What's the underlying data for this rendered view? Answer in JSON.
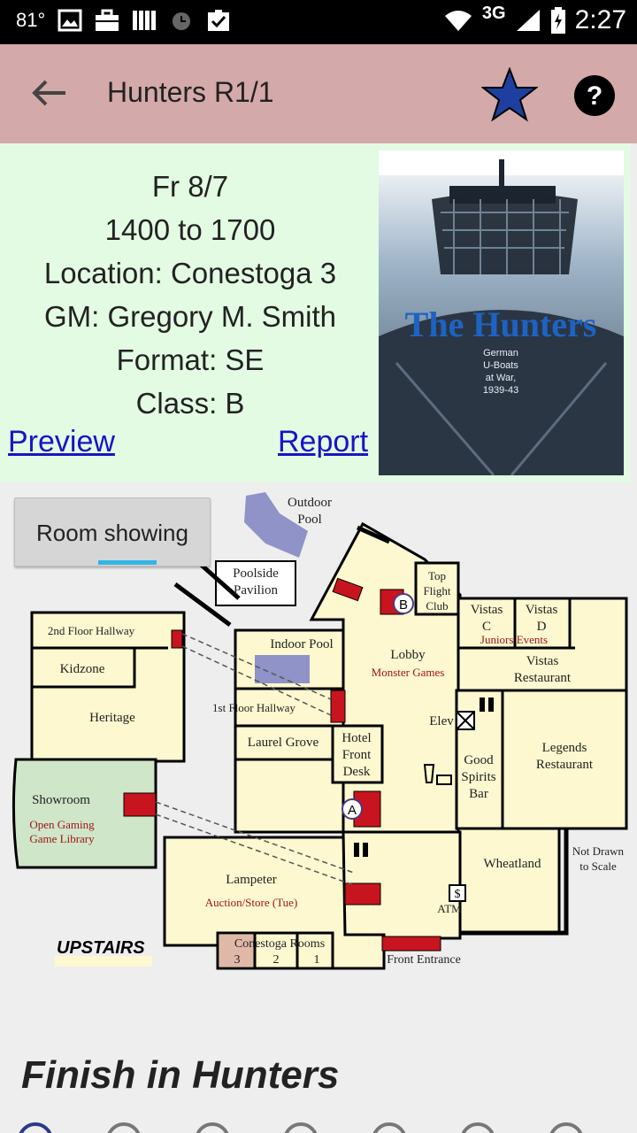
{
  "status_bar": {
    "temperature": "81°",
    "network": "3G",
    "time": "2:27"
  },
  "app_bar": {
    "title": "Hunters R1/1"
  },
  "event": {
    "day": "Fr 8/7",
    "time": "1400 to 1700",
    "location": "Location: Conestoga 3",
    "gm": "GM: Gregory M. Smith",
    "format": "Format: SE",
    "class": "Class: B",
    "preview_link": "Preview",
    "report_link": "Report"
  },
  "cover": {
    "title": "The Hunters",
    "subtitle_lines": [
      "German",
      "U-Boats",
      "at War,",
      "1939-43"
    ]
  },
  "room_button": {
    "label": "Room showing"
  },
  "map": {
    "labels": {
      "outdoor_pool": [
        "Outdoor",
        "Pool"
      ],
      "poolside_pavilion": [
        "Poolside",
        "Pavilion"
      ],
      "top_flight_club": [
        "Top",
        "Flight",
        "Club"
      ],
      "vistas_c": [
        "Vistas",
        "C"
      ],
      "vistas_d": [
        "Vistas",
        "D"
      ],
      "juniors_events": "Juniors Events",
      "second_floor_hallway": "2nd Floor Hallway",
      "indoor_pool": "Indoor Pool",
      "lobby": "Lobby",
      "monster_games": "Monster Games",
      "vistas_restaurant": [
        "Vistas",
        "Restaurant"
      ],
      "kidzone": "Kidzone",
      "heritage": "Heritage",
      "first_floor_hallway": "1st Floor Hallway",
      "elev": "Elev",
      "legends_restaurant": [
        "Legends",
        "Restaurant"
      ],
      "laurel_grove": "Laurel Grove",
      "hotel_front_desk": [
        "Hotel",
        "Front",
        "Desk"
      ],
      "good_spirits_bar": [
        "Good",
        "Spirits",
        "Bar"
      ],
      "showroom": "Showroom",
      "open_gaming": [
        "Open Gaming",
        "Game Library"
      ],
      "wheatland": "Wheatland",
      "not_drawn": [
        "Not Drawn",
        "to Scale"
      ],
      "lampeter": "Lampeter",
      "auction_store": "Auction/Store (Tue)",
      "atm": "ATM",
      "upstairs": "UPSTAIRS",
      "conestoga_rooms": "Conestoga Rooms",
      "room_3": "3",
      "room_2": "2",
      "room_1": "1",
      "front_entrance": "Front Entrance",
      "marker_a": "A",
      "marker_b": "B"
    }
  },
  "finish": {
    "heading": "Finish in Hunters"
  },
  "colors": {
    "app_bar": "#d4a9a9",
    "info_bg": "#e3fbe3",
    "room_fill": "#fdf8cf",
    "showroom_fill": "#cfe6c8",
    "link": "#1a13c8",
    "accent": "#33b5e5",
    "star": "#1f3fa0"
  }
}
